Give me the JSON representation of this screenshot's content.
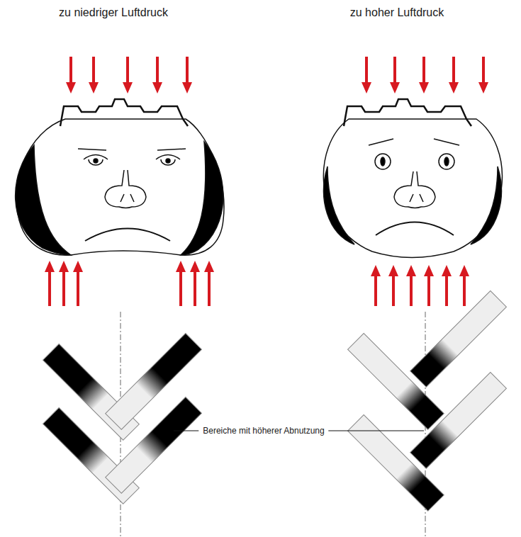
{
  "diagram": {
    "labels": [
      "zu niedriger Luftdruck",
      "zu hoher Luftdruck",
      "Bereiche mit höherer Abnutzung"
    ]
  }
}
